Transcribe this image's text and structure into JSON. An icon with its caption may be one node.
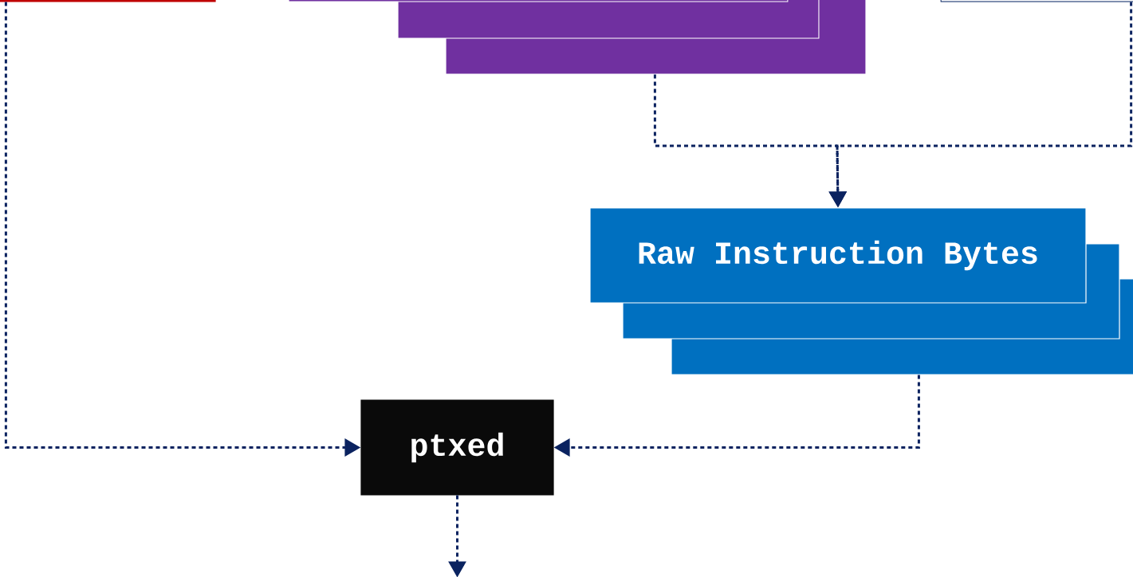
{
  "diagram": {
    "nodes": [
      {
        "text": [],
        "shape": "box"
      },
      {
        "text": [],
        "shape": "box"
      },
      {
        "text": [],
        "shape": "box"
      },
      {
        "text": [
          "Raw Instruction Bytes"
        ]
      },
      {
        "text": [
          "ptxed"
        ]
      }
    ],
    "edges": [
      {
        "from": 0,
        "to": 4,
        "arrow": "to",
        "style": "dashed"
      },
      {
        "from": 1,
        "to": 3,
        "arrow": "to",
        "style": "dashed"
      },
      {
        "from": 2,
        "to": 3,
        "arrow": "to",
        "style": "dashed"
      },
      {
        "from": 3,
        "to": 4,
        "arrow": "to",
        "style": "dashed"
      },
      {
        "from": 4,
        "to": null,
        "arrow": "to",
        "style": "dashed"
      }
    ]
  }
}
